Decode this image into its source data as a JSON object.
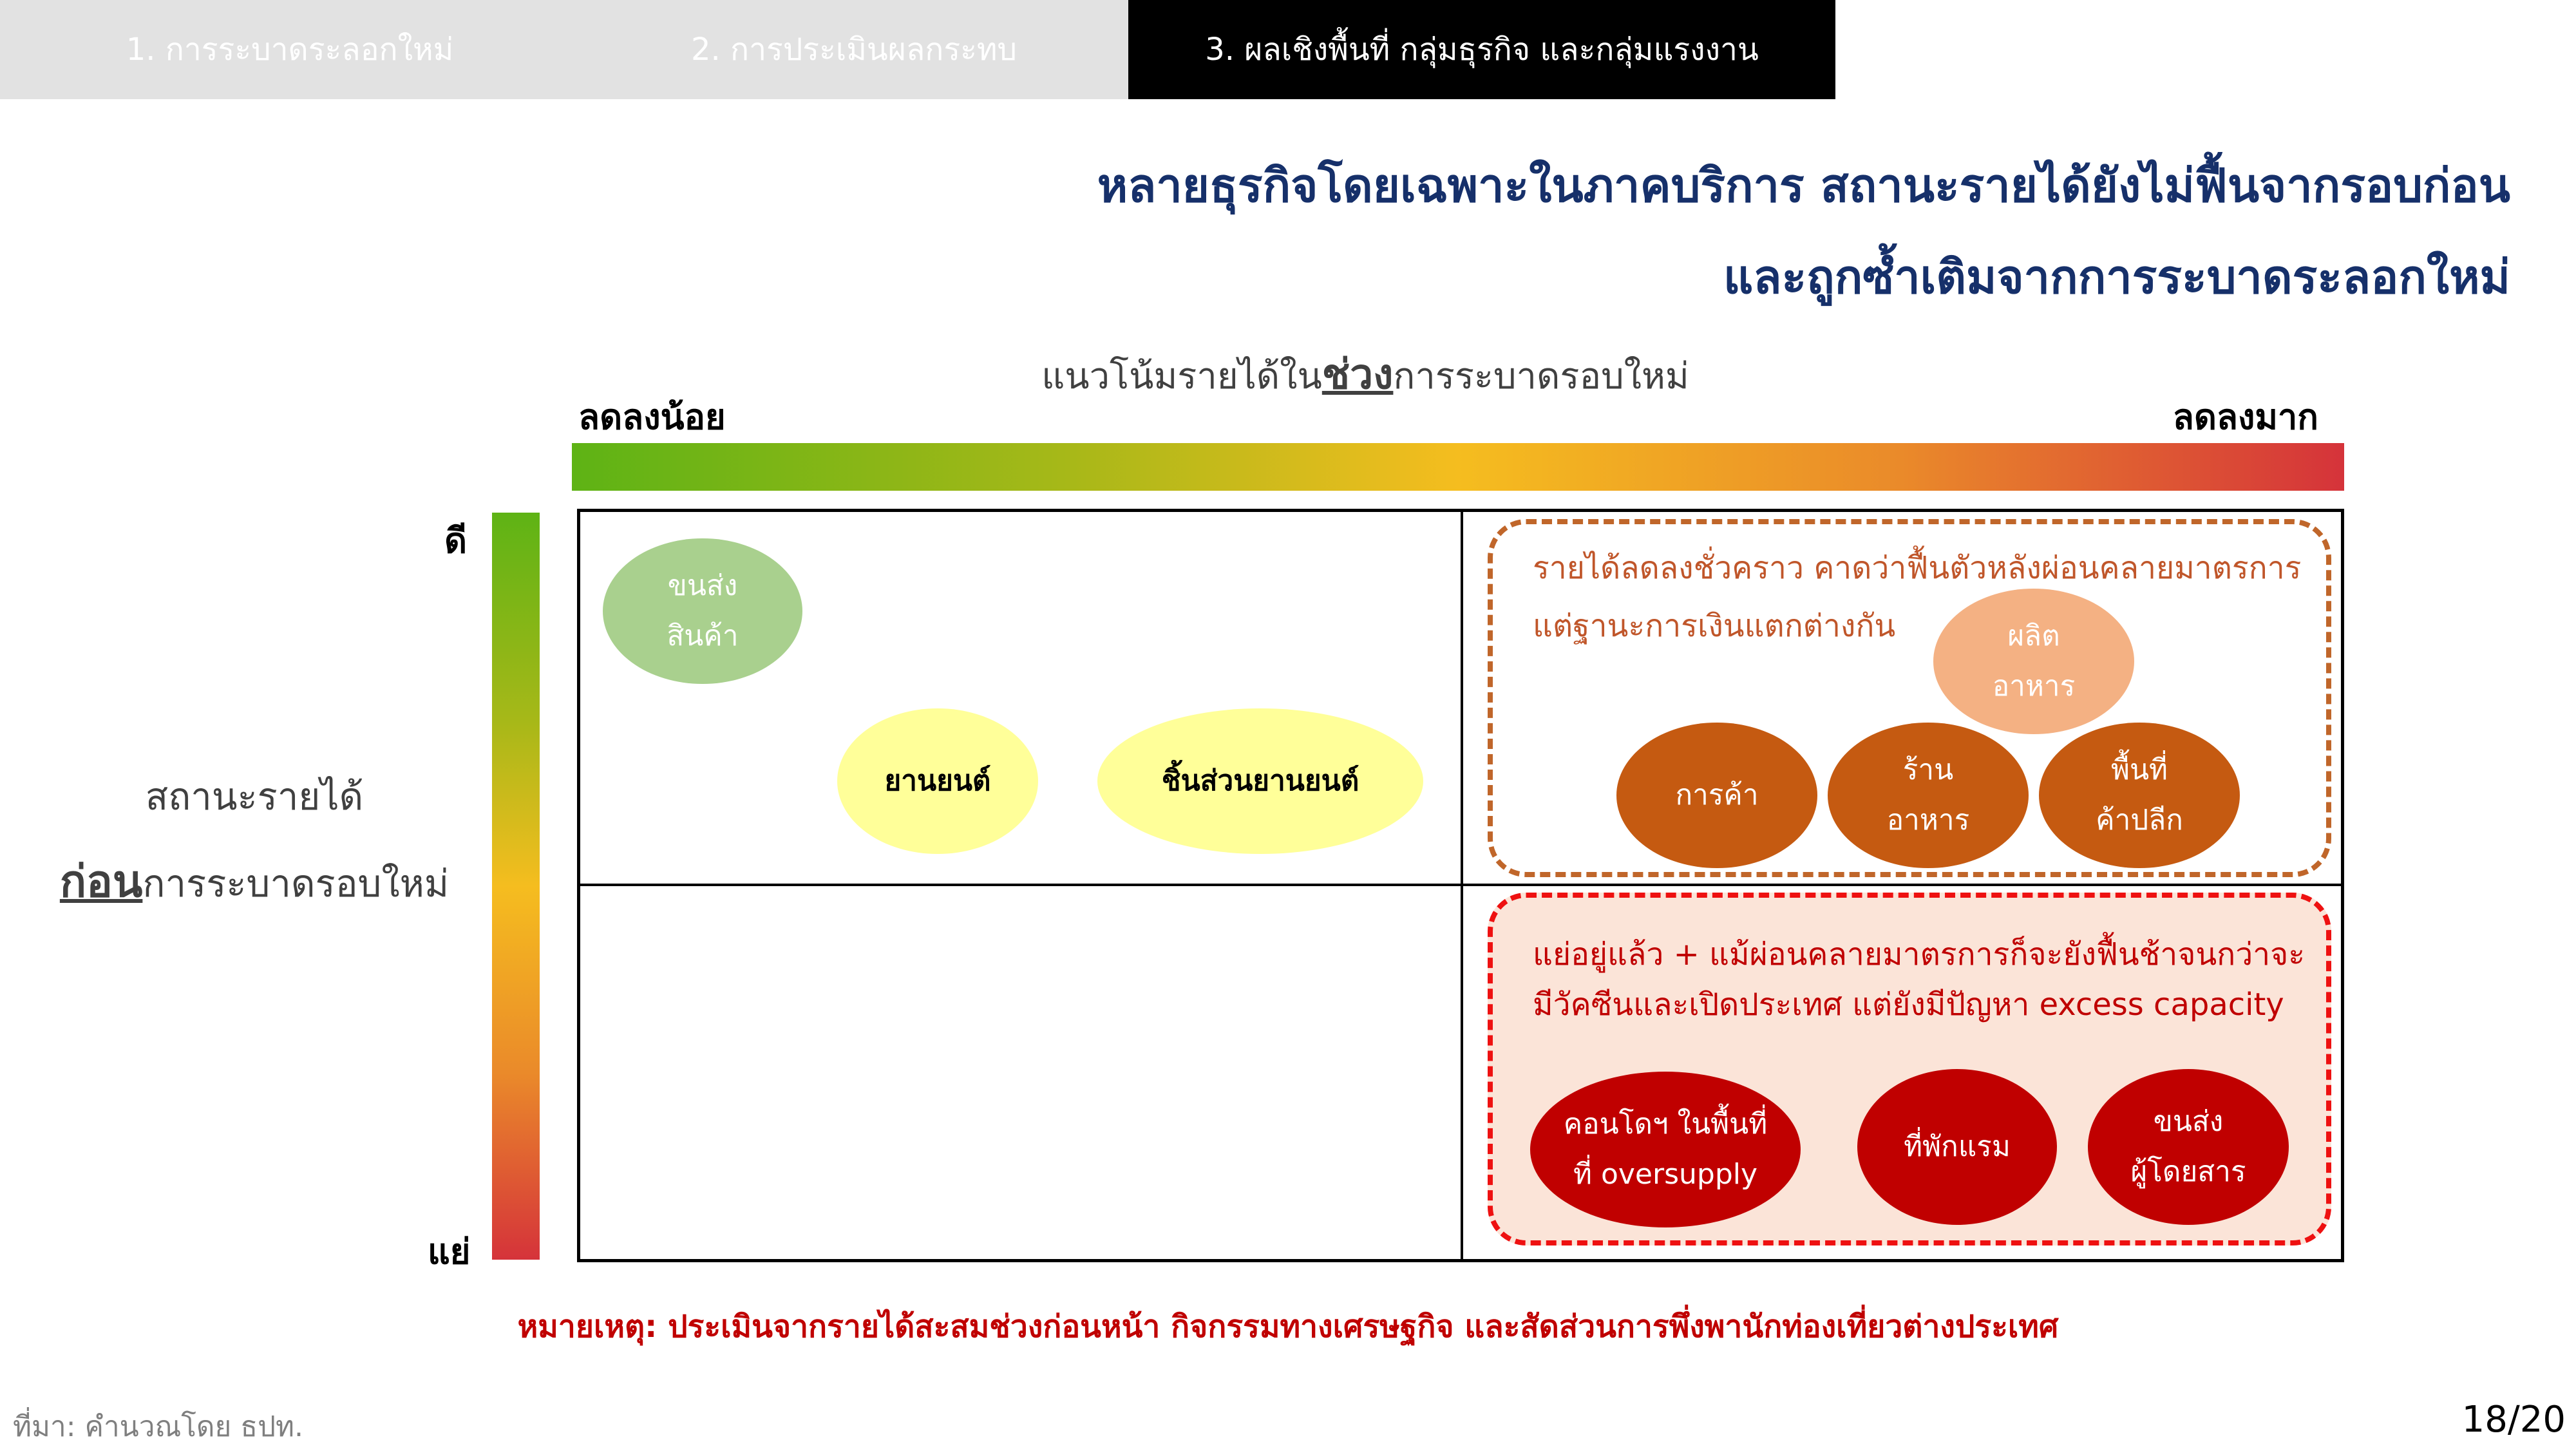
{
  "tabs": [
    {
      "label": "1. การระบาดระลอกใหม่",
      "active": false
    },
    {
      "label": "2. การประเมินผลกระทบ",
      "active": false
    },
    {
      "label": "3. ผลเชิงพื้นที่ กลุ่มธุรกิจ และกลุ่มแรงงาน",
      "active": true
    }
  ],
  "headline": {
    "line1": "หลายธุรกิจโดยเฉพาะในภาคบริการ สถานะรายได้ยังไม่ฟื้นจากรอบก่อน",
    "line2": "และถูกซ้ำเติมจากการระบาดระลอกใหม่"
  },
  "x_axis": {
    "title_before": "แนวโน้มรายได้ใน",
    "title_emph": "ช่วง",
    "title_after": "การระบาดรอบใหม่",
    "left_label": "ลดลงน้อย",
    "right_label": "ลดลงมาก"
  },
  "y_axis": {
    "title_line1": "สถานะรายได้",
    "title_emph": "ก่อน",
    "title_line2_after": "การระบาดรอบใหม่",
    "top_label": "ดี",
    "bottom_label": "แย่"
  },
  "colors": {
    "gradient_good": "#5eb315",
    "gradient_mid": "#f5bd1f",
    "gradient_bad": "#d5333a",
    "headline": "#16306a",
    "orange_group": "#c55a11",
    "red_group": "#c00000"
  },
  "orange_box": {
    "line1": "รายได้ลดลงชั่วคราว คาดว่าฟื้นตัวหลังผ่อนคลายมาตรการ",
    "line2": "แต่ฐานะการเงินแตกต่างกัน"
  },
  "red_box": {
    "line1": "แย่อยู่แล้ว + แม้ผ่อนคลายมาตรการก็จะยังฟื้นช้าจนกว่าจะ",
    "line2": "มีวัคซีนและเปิดประเทศ แต่ยังมีปัญหา excess capacity"
  },
  "bubbles": {
    "freight": [
      "ขนส่ง",
      "สินค้า"
    ],
    "automotive": [
      "ยานยนต์"
    ],
    "auto_parts": [
      "ชิ้นส่วนยานยนต์"
    ],
    "food_production": [
      "ผลิต",
      "อาหาร"
    ],
    "trade": [
      "การค้า"
    ],
    "restaurant": [
      "ร้าน",
      "อาหาร"
    ],
    "retail_space": [
      "พื้นที่",
      "ค้าปลีก"
    ],
    "condo": [
      "คอนโดฯ ในพื้นที่",
      "ที่ oversupply"
    ],
    "accommodation": [
      "ที่พักแรม"
    ],
    "passenger_transport": [
      "ขนส่ง",
      "ผู้โดยสาร"
    ]
  },
  "note": "หมายเหตุ: ประเมินจากรายได้สะสมช่วงก่อนหน้า กิจกรรมทางเศรษฐกิจ และสัดส่วนการพึ่งพานักท่องเที่ยวต่างประเทศ",
  "source": "ที่มา: คำนวณโดย ธปท.",
  "page_number": "18/20"
}
